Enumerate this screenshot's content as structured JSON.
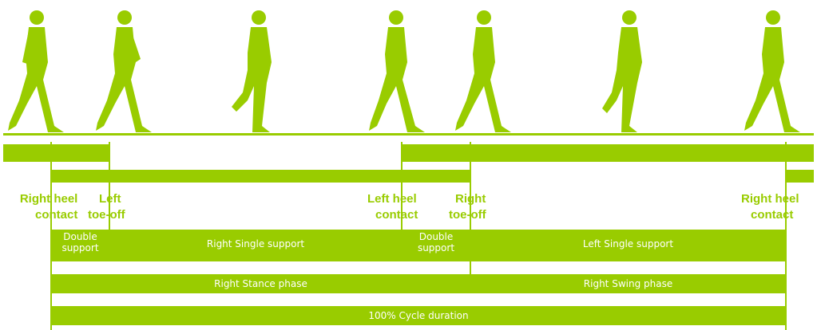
{
  "colors": {
    "green": "#99cc00",
    "white": "#ffffff"
  },
  "events": {
    "right_heel_contact_1": [
      "Right heel",
      "contact"
    ],
    "left_toe_off": [
      "Left",
      "toe-off"
    ],
    "left_heel_contact": [
      "Left heel",
      "contact"
    ],
    "right_toe_off": [
      "Right",
      "toe-off"
    ],
    "right_heel_contact_2": [
      "Right heel",
      "contact"
    ]
  },
  "phases": {
    "double_support_1": [
      "Double",
      "support"
    ],
    "right_single_support": "Right Single support",
    "double_support_2": [
      "Double",
      "support"
    ],
    "left_single_support": "Left Single support",
    "right_stance_phase": "Right Stance phase",
    "right_swing_phase": "Right Swing phase",
    "cycle_duration": "100% Cycle duration"
  },
  "figures": [
    "walking-figure",
    "walking-figure",
    "walking-figure",
    "walking-figure",
    "walking-figure",
    "walking-figure",
    "walking-figure"
  ]
}
